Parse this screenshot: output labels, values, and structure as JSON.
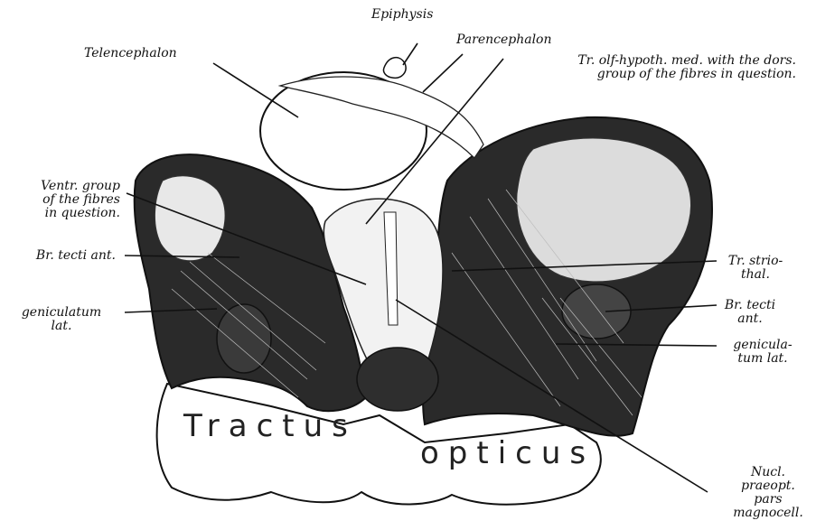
{
  "labels": {
    "epiphysis": "Epiphysis",
    "parencephalon": "Parencephalon",
    "telencephalon": "Telencephalon",
    "tr_olf_hypoth": "Tr. olf-hypoth. med. with the dors.\ngroup of the fibres in question.",
    "ventr_group": "Ventr. group\nof the fibres\nin question.",
    "br_tecti_left": "Br. tecti ant.",
    "geniculatum_left": "geniculatum\nlat.",
    "tr_striothal": "Tr. strio-\nthal.",
    "br_tecti_right": "Br. tecti\nant.",
    "geniculatum_right": "genicula-\ntum lat.",
    "nucl_praeopt": "Nucl.\npraeopt.\npars\nmagnocell.",
    "tractus_1": "Tractus",
    "tractus_2": "opticus"
  },
  "colors": {
    "ink": "#111111",
    "paper": "#ffffff"
  }
}
